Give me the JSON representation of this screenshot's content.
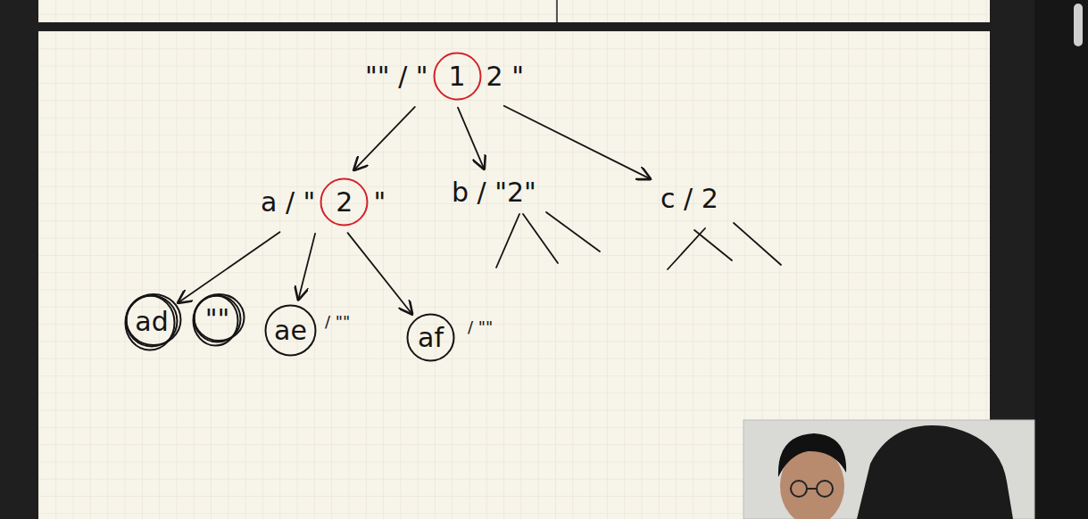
{
  "diagram": {
    "nodes": [
      {
        "text": [
          "\"\" / \"",
          "2 \""
        ]
      },
      {
        "text": [
          "1"
        ],
        "in": 0
      },
      {
        "text": [
          "a / \"",
          "\""
        ]
      },
      {
        "text": [
          "2"
        ],
        "in": 2
      },
      {
        "text": [
          "b / \"2\""
        ]
      },
      {
        "text": [
          "c / 2"
        ]
      },
      {
        "text": [
          "ad"
        ]
      },
      {
        "text": [
          "\"\""
        ]
      },
      {
        "text": [
          "ae"
        ]
      },
      {
        "text": [
          "af"
        ]
      }
    ],
    "edges": [
      {
        "from": 0,
        "to": 2,
        "arrow": "to"
      },
      {
        "from": 0,
        "to": 4,
        "arrow": "to"
      },
      {
        "from": 0,
        "to": 5,
        "arrow": "to"
      },
      {
        "from": 2,
        "to": 6,
        "arrow": "to"
      },
      {
        "from": 2,
        "to": 8,
        "arrow": "to"
      },
      {
        "from": 2,
        "to": 9,
        "arrow": "to"
      }
    ],
    "labels": [
      "/ \"\"",
      "/ \"\""
    ]
  }
}
